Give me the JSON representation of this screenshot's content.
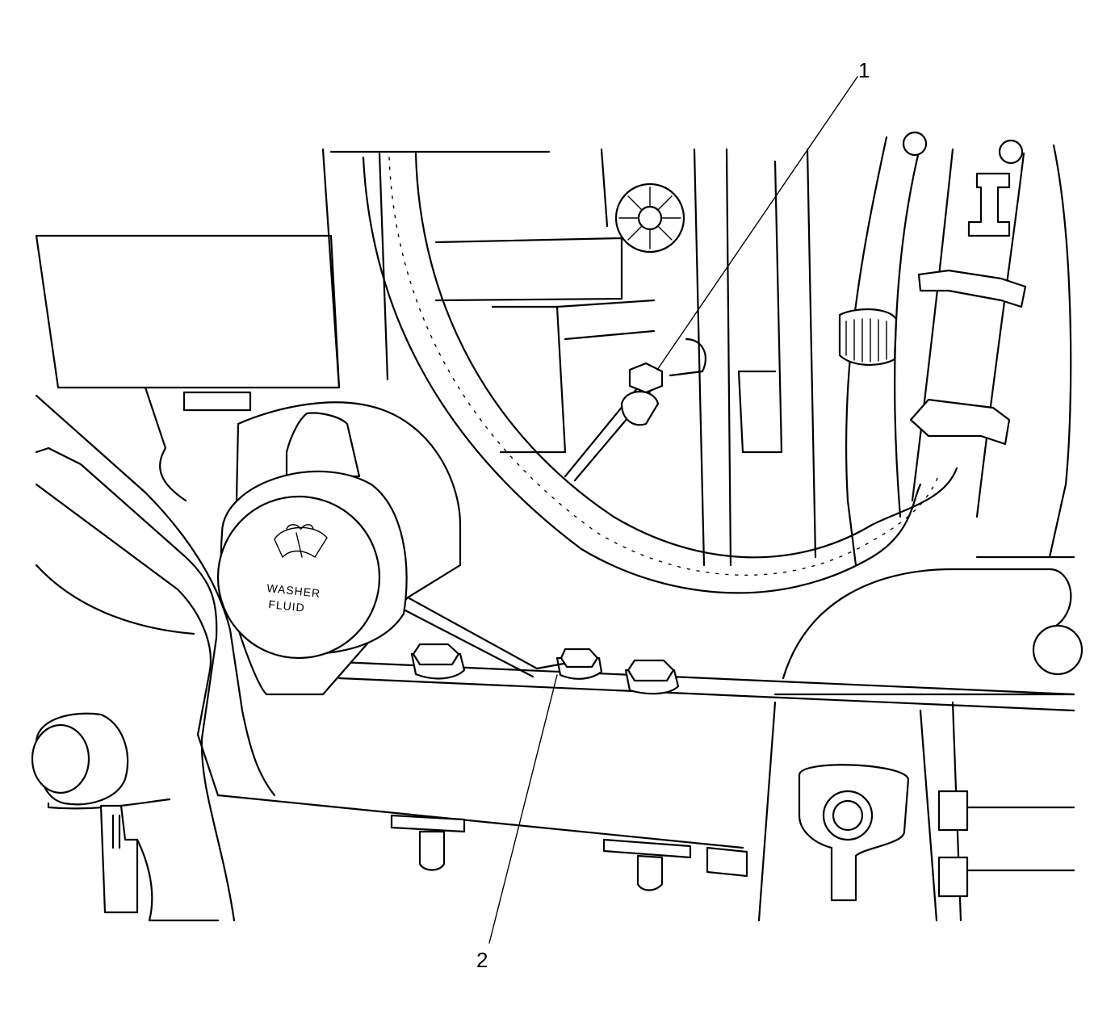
{
  "diagram": {
    "callouts": [
      {
        "id": "1",
        "label": "1"
      },
      {
        "id": "2",
        "label": "2"
      }
    ],
    "washer_cap_text": {
      "line1": "WASHER",
      "line2": "FLUID"
    },
    "icons": [
      "wiper-symbol-icon"
    ],
    "colors": {
      "line": "#000000",
      "background": "#ffffff"
    }
  }
}
